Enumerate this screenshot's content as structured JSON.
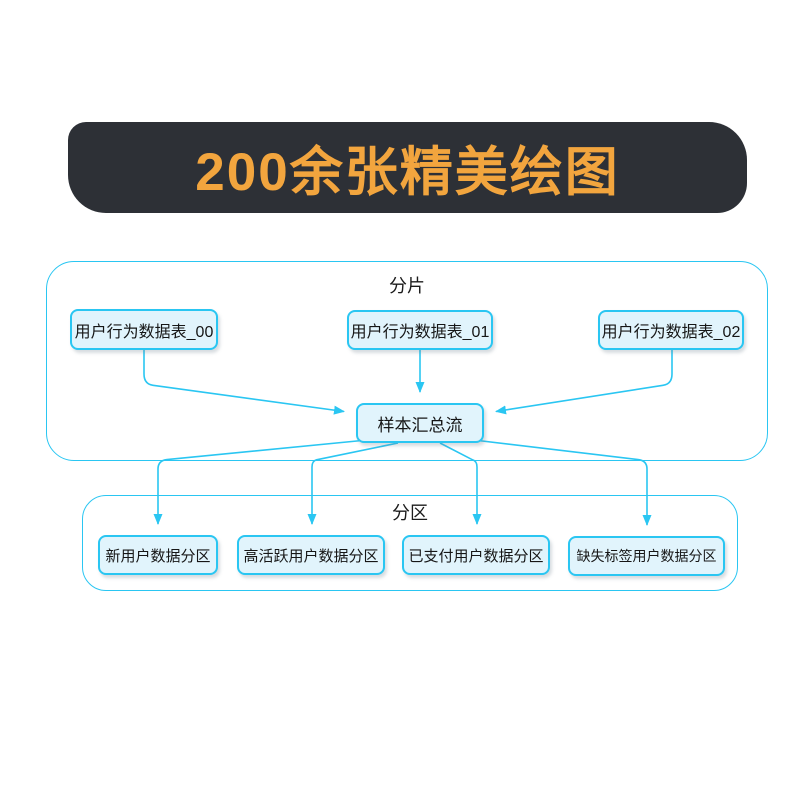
{
  "banner": {
    "title": "200余张精美绘图"
  },
  "diagram": {
    "shard_group": {
      "label": "分片",
      "nodes": [
        {
          "label": "用户行为数据表_00"
        },
        {
          "label": "用户行为数据表_01"
        },
        {
          "label": "用户行为数据表_02"
        }
      ]
    },
    "hub": {
      "label": "样本汇总流"
    },
    "partition_group": {
      "label": "分区",
      "nodes": [
        {
          "label": "新用户数据分区"
        },
        {
          "label": "高活跃用户数据分区"
        },
        {
          "label": "已支付用户数据分区"
        },
        {
          "label": "缺失标签用户数据分区"
        }
      ]
    }
  },
  "colors": {
    "line": "#2ac6f2",
    "node_fill": "#e1f4fc",
    "banner_bg": "#2d3036",
    "banner_text": "#f2a53e",
    "text": "#161616"
  }
}
